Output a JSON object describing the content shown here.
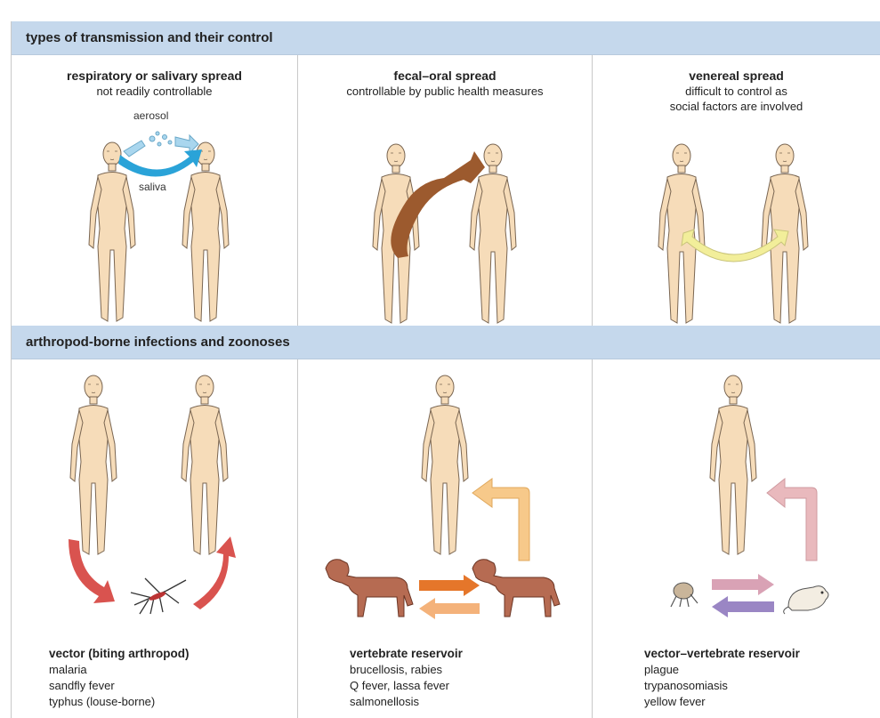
{
  "sections": [
    {
      "header": "types of transmission and their control"
    },
    {
      "header": "arthropod-borne infections and zoonoses"
    }
  ],
  "top": [
    {
      "title": "respiratory or salivary spread",
      "subtitle": [
        "not readily controllable"
      ],
      "labels": {
        "aerosol": "aerosol",
        "saliva": "saliva"
      }
    },
    {
      "title": "fecal–oral spread",
      "subtitle": [
        "controllable by public health measures"
      ]
    },
    {
      "title": "venereal spread",
      "subtitle": [
        "difficult to control as",
        "social factors are involved"
      ]
    }
  ],
  "bottom": [
    {
      "title": "vector (biting arthropod)",
      "items": [
        "malaria",
        "sandfly fever",
        "typhus (louse-borne)"
      ]
    },
    {
      "title": "vertebrate reservoir",
      "items": [
        "brucellosis, rabies",
        "Q fever, lassa fever",
        "salmonellosis"
      ]
    },
    {
      "title": "vector–vertebrate reservoir",
      "items": [
        "plague",
        "trypanosomiasis",
        "yellow fever"
      ]
    }
  ],
  "colors": {
    "header_bg": "#c5d8ec",
    "skin": "#f6dcb9",
    "saliva_arrow": "#2aa3d8",
    "fecal_arrow": "#9c5a2e",
    "venereal_arrow": "#f2ee9a",
    "vector_arrow": "#d9534f",
    "reservoir_up_arrow": "#f7c98a",
    "reservoir_right_arrow": "#e5762a",
    "reservoir_left_arrow": "#f4b27a",
    "vv_up_arrow": "#e9b9bd",
    "vv_right_arrow": "#d9a2b5",
    "vv_left_arrow": "#9a86c4",
    "dog": "#b66b52"
  },
  "icons": [
    "human-figure-icon",
    "mosquito-icon",
    "dog-icon",
    "flea-icon",
    "rat-icon",
    "aerosol-droplets-icon"
  ]
}
